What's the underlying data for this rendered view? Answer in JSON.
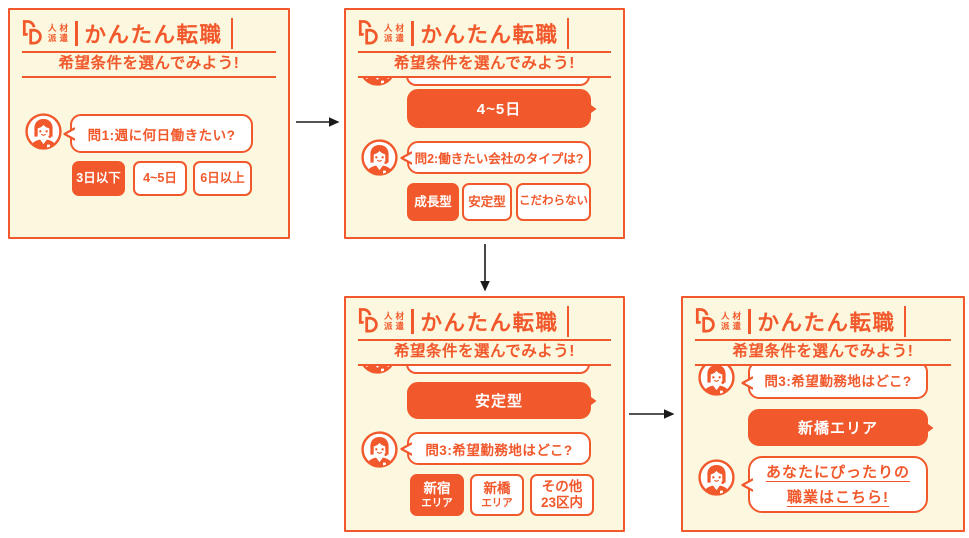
{
  "brand": {
    "monogram": "DD",
    "service_line1": "人材",
    "service_line2": "派遣",
    "title": "かんたん転職"
  },
  "subtitle": "希望条件を選んでみよう!",
  "colors": {
    "accent": "#F1582B",
    "panel_background": "#FCF7DF",
    "bubble_background": "#FFFFFF",
    "selected_text": "#FFFFFF",
    "arrow": "#1A1A1A"
  },
  "icons": {
    "logo": "dd-monogram-icon",
    "avatar": "operator-avatar-icon",
    "arrows": [
      "arrow-right-icon",
      "arrow-down-icon",
      "arrow-right-icon"
    ]
  },
  "panels": [
    {
      "id": "step-1",
      "question": "問1:週に何日働きたい?",
      "options": [
        {
          "label": "3日以下",
          "selected": true
        },
        {
          "label": "4~5日",
          "selected": false
        },
        {
          "label": "6日以上",
          "selected": false
        }
      ]
    },
    {
      "id": "step-2",
      "selected_answer": "4~5日",
      "question": "問2:働きたい会社のタイプは?",
      "options": [
        {
          "label": "成長型",
          "selected": true
        },
        {
          "label": "安定型",
          "selected": false
        },
        {
          "label": "こだわらない",
          "selected": false
        }
      ]
    },
    {
      "id": "step-3",
      "selected_answer": "安定型",
      "question": "問3:希望勤務地はどこ?",
      "options": [
        {
          "line1": "新宿",
          "line2": "エリア",
          "selected": true
        },
        {
          "line1": "新橋",
          "line2": "エリア",
          "selected": false
        },
        {
          "line1": "その他",
          "line2": "23区内",
          "selected": false
        }
      ]
    },
    {
      "id": "step-4",
      "question": "問3:希望勤務地はどこ?",
      "selected_answer": "新橋エリア",
      "result_line1": "あなたにぴったりの",
      "result_line2": "職業はこちら!"
    }
  ]
}
